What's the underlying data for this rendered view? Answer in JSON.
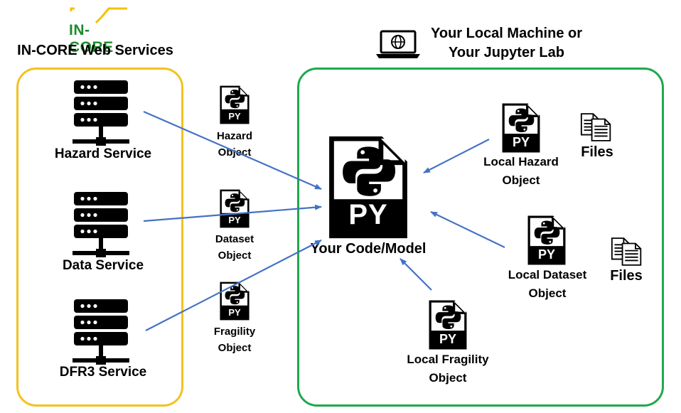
{
  "header": {
    "logo_text": "IN-CORE",
    "web_services_title": "IN-CORE Web Services",
    "local_title_line1": "Your Local Machine or",
    "local_title_line2": "Your Jupyter Lab"
  },
  "services": [
    {
      "label": "Hazard Service"
    },
    {
      "label": "Data Service"
    },
    {
      "label": "DFR3 Service"
    }
  ],
  "remote_objects": [
    {
      "line1": "Hazard",
      "line2": "Object"
    },
    {
      "line1": "Dataset",
      "line2": "Object"
    },
    {
      "line1": "Fragility",
      "line2": "Object"
    }
  ],
  "center": {
    "file_label": "PY",
    "caption": "Your Code/Model"
  },
  "local_objects": [
    {
      "line1": "Local Hazard",
      "line2": "Object"
    },
    {
      "line1": "Local Dataset",
      "line2": "Object"
    },
    {
      "line1": "Local Fragility",
      "line2": "Object"
    }
  ],
  "files_labels": [
    "Files",
    "Files"
  ],
  "py_file_badge": "PY",
  "colors": {
    "web_services_border": "#F5C11E",
    "local_border": "#1FA84E",
    "arrow": "#4472C4",
    "logo_green": "#1E8A2E",
    "logo_yellow": "#F2C200"
  },
  "icons": [
    "incore-logo-icon",
    "laptop-globe-icon",
    "server-icon",
    "python-file-icon",
    "document-stack-icon"
  ]
}
